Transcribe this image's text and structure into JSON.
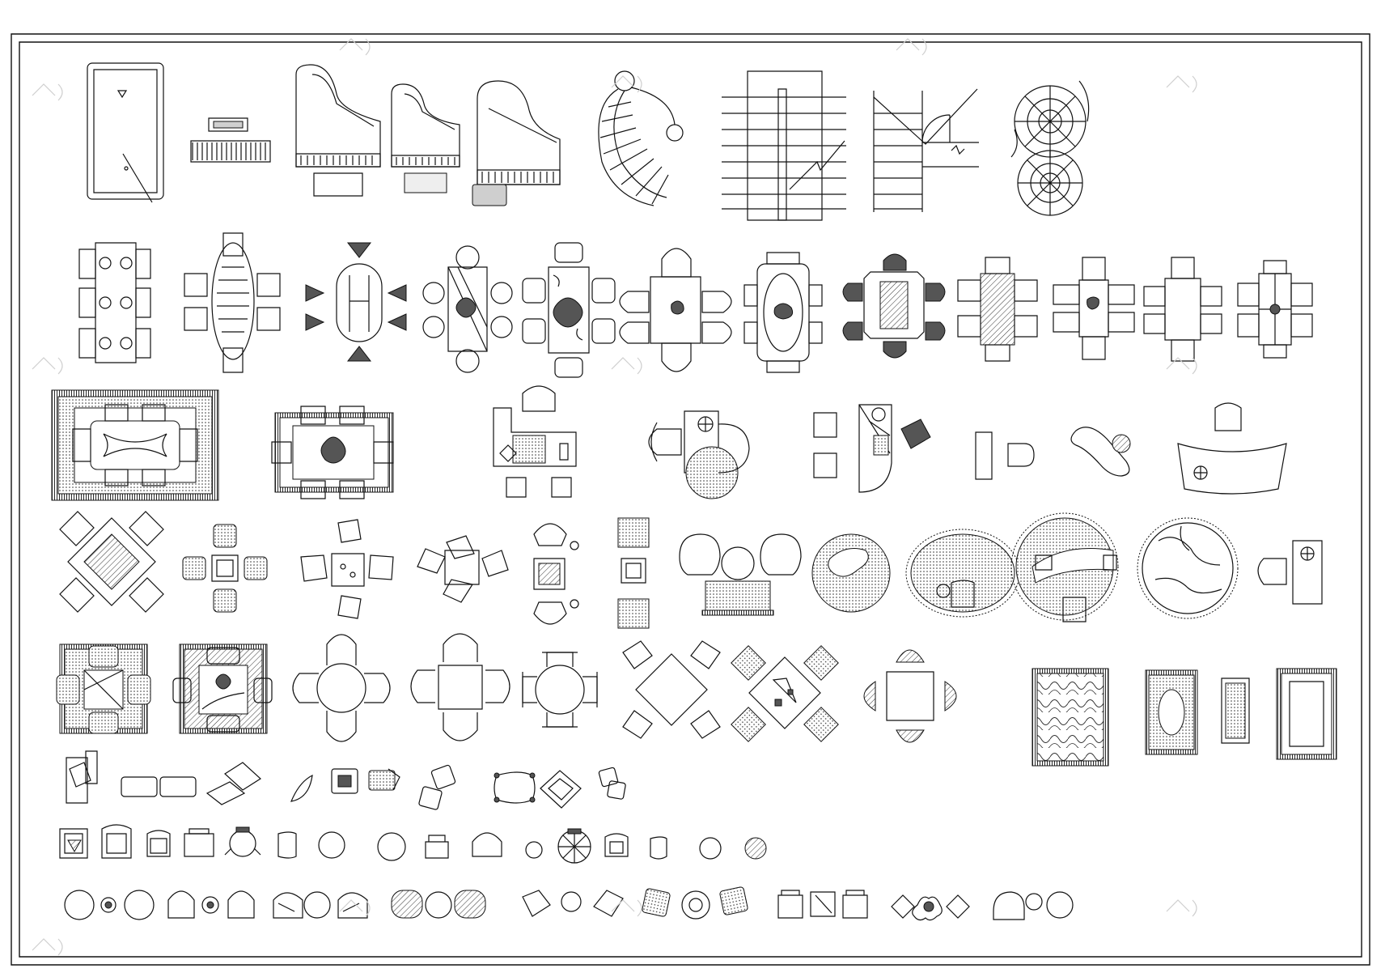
{
  "sheet": {
    "background": "#ffffff",
    "line_color": "#111111",
    "watermark_color": "#c8c8c8",
    "rows": [
      {
        "name": "row-recreation-stairs",
        "symbols": [
          "pool-table-icon",
          "upright-piano-icon",
          "grand-piano-icon",
          "baby-grand-piano-icon",
          "concert-piano-icon",
          "curved-stair-icon",
          "straight-stair-icon",
          "l-stair-icon",
          "spiral-stair-icon"
        ]
      },
      {
        "name": "row-dining-sets",
        "symbols": [
          "dining-6-table-icon",
          "oval-dining-table-icon",
          "pedestal-dining-table-icon",
          "glass-dining-table-icon",
          "floral-dining-table-icon",
          "armchair-dining-table-icon",
          "oval-glass-table-icon",
          "rect-dining-table-icon",
          "hatched-dining-table-icon",
          "small-dining-table-icon",
          "four-seat-table-icon",
          "modern-dining-table-icon"
        ]
      },
      {
        "name": "row-rugs-desks",
        "symbols": [
          "rug-dining-set-icon",
          "rug-dining-set-small-icon",
          "reception-desk-icon",
          "office-desk-icon",
          "curved-desk-icon",
          "writing-desk-icon",
          "kidney-desk-icon",
          "curved-reception-desk-icon"
        ]
      },
      {
        "name": "row-seating-groups",
        "symbols": [
          "diamond-table-set-icon",
          "square-table-set-icon",
          "pillow-table-set-icon",
          "cross-table-set-icon",
          "armchair-pair-icon",
          "cushion-pair-icon",
          "mirror-vanity-icon",
          "oval-rug-icon",
          "round-rug-icon",
          "fringe-rug-icon",
          "bistro-rug-icon",
          "round-pattern-rug-icon",
          "side-desk-icon"
        ]
      },
      {
        "name": "row-tables-rugs",
        "symbols": [
          "square-rug-table-icon",
          "square-rug-table-2-icon",
          "round-table-4-icon",
          "square-table-4-icon",
          "round-table-armchairs-icon",
          "diamond-table-4-icon",
          "cross-table-4-icon",
          "square-table-wicker-icon",
          "pattern-rug-icon",
          "oval-medallion-rug-icon",
          "runner-rug-icon",
          "plain-rug-icon"
        ]
      },
      {
        "name": "row-pillows",
        "symbols": [
          "stacked-pillows-icon",
          "long-pillows-icon",
          "tilted-pillows-icon",
          "single-pillow-icon",
          "decor-pillows-icon",
          "pillow-pair-icon",
          "tufted-pillow-icon",
          "pillow-star-icon",
          "small-pillows-icon"
        ]
      },
      {
        "name": "row-chairs",
        "symbols": [
          "armchair-icon",
          "club-chair-icon",
          "side-chair-icon",
          "task-chair-icon",
          "round-back-chair-icon",
          "stool-icon",
          "round-stool-icon",
          "wing-chair-icon",
          "swivel-chair-icon"
        ]
      },
      {
        "name": "row-chair-combos",
        "symbols": [
          "chair-pair-icon",
          "arch-chair-pair-icon",
          "tub-chair-pair-icon",
          "barrel-chair-pair-icon",
          "cushion-chair-pair-icon",
          "flower-table-pair-icon",
          "lounge-chair-pair-icon",
          "petal-table-pair-icon",
          "club-chair-duo-icon"
        ]
      }
    ]
  }
}
